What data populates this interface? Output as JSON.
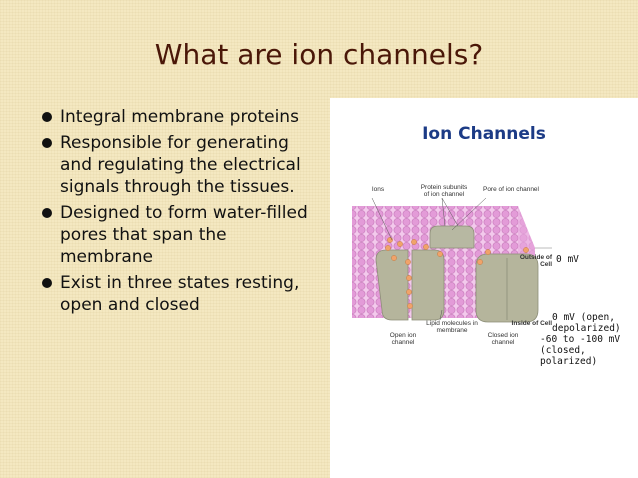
{
  "slide": {
    "title": "What are ion channels?",
    "bullets": [
      "Integral membrane proteins",
      "Responsible for generating and regulating the electrical signals through the tissues.",
      "Designed to form water-filled pores that span the membrane",
      "Exist in three states resting, open and closed"
    ]
  },
  "figure": {
    "title": "Ion Channels",
    "labels": {
      "ions": "Ions",
      "protein_subunits": "Protein subunits of ion channel",
      "pore": "Pore of ion channel",
      "outside": "Outside of Cell",
      "inside": "Inside of Cell",
      "open_channel": "Open ion channel",
      "lipid": "Lipid molecules in membrane",
      "closed_channel": "Closed ion channel"
    },
    "voltages": {
      "outside": "0 mV",
      "inside_open": "0 mV (open, depolarized)",
      "inside_closed": "-60 to -100 mV (closed, polarized)"
    },
    "colors": {
      "membrane": "#e9a9e0",
      "protein": "#b5b59c",
      "ion": "#f0a36a",
      "title": "#1c3b86"
    }
  }
}
